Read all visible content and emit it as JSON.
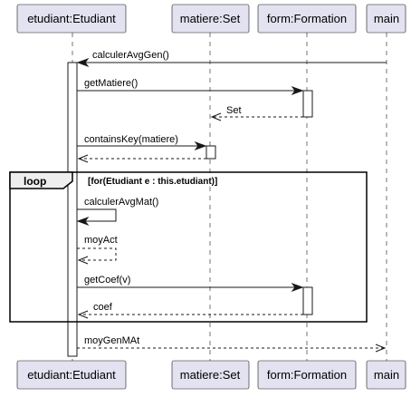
{
  "participants": [
    {
      "id": "etudiant",
      "label": "etudiant:Etudiant"
    },
    {
      "id": "matiere",
      "label": "matiere:Set"
    },
    {
      "id": "form",
      "label": "form:Formation"
    },
    {
      "id": "main",
      "label": "main"
    }
  ],
  "messages": [
    {
      "from": "main",
      "to": "etudiant",
      "label": "calculerAvgGen()",
      "style": "sync"
    },
    {
      "from": "etudiant",
      "to": "form",
      "label": "getMatiere()",
      "style": "sync"
    },
    {
      "from": "form",
      "to": "matiere",
      "label": "Set",
      "style": "return"
    },
    {
      "from": "etudiant",
      "to": "matiere",
      "label": "containsKey(matiere)",
      "style": "sync"
    },
    {
      "from": "matiere",
      "to": "etudiant",
      "label": "",
      "style": "return"
    },
    {
      "from": "etudiant",
      "to": "etudiant",
      "label": "calculerAvgMat()",
      "style": "self"
    },
    {
      "from": "etudiant",
      "to": "etudiant",
      "label": "moyAct",
      "style": "self-return"
    },
    {
      "from": "etudiant",
      "to": "form",
      "label": "getCoef(v)",
      "style": "sync"
    },
    {
      "from": "form",
      "to": "etudiant",
      "label": "coef",
      "style": "return"
    },
    {
      "from": "etudiant",
      "to": "main",
      "label": "moyGenMAt",
      "style": "return"
    }
  ],
  "fragment": {
    "keyword": "loop",
    "guard": "[for(Etudiant e : this.etudiant)]"
  }
}
